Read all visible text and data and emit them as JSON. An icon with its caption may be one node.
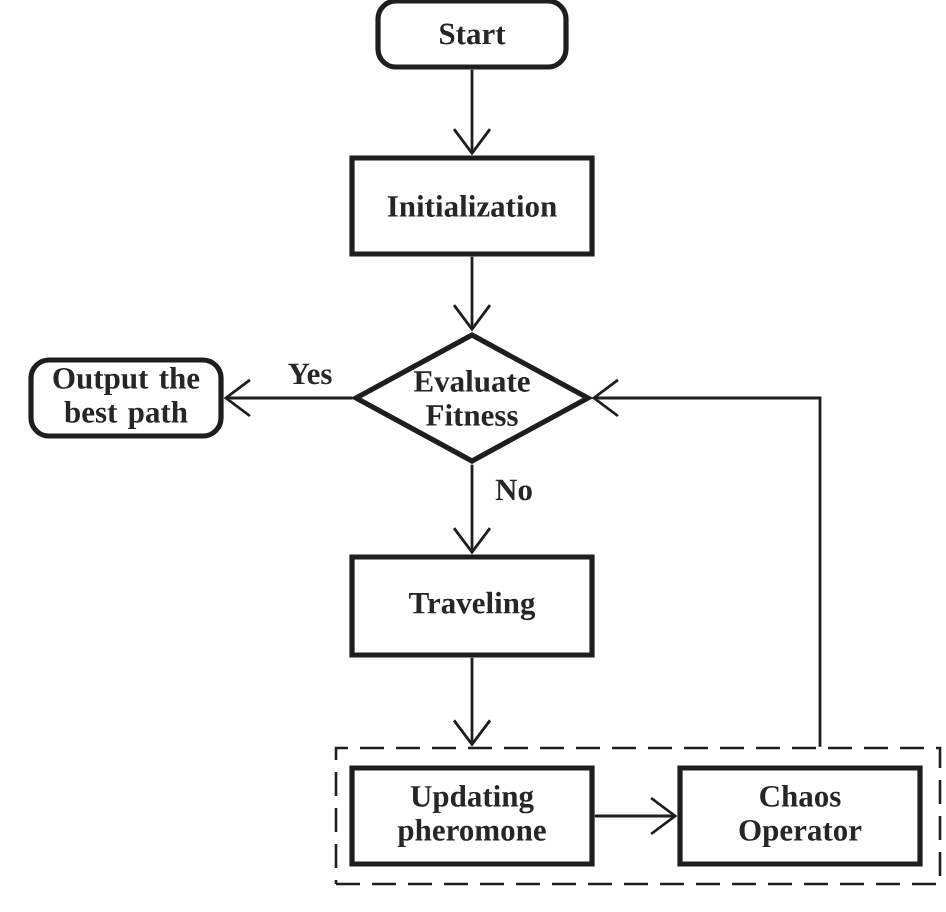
{
  "diagram": {
    "nodes": [
      {
        "text": [
          "Start"
        ]
      },
      {
        "text": [
          "Initialization"
        ]
      },
      {
        "text": [
          "Evaluate Fitness"
        ]
      },
      {
        "text": [
          "Output the best path"
        ]
      },
      {
        "text": [
          "Traveling"
        ]
      },
      {
        "text": [],
        "shape": "box"
      },
      {
        "text": [
          "Updating pheromone"
        ],
        "in": 5
      },
      {
        "text": [
          "Chaos Operator"
        ],
        "in": 5
      }
    ],
    "edges": [
      {
        "from": 0,
        "to": 1,
        "arrow": "to"
      },
      {
        "from": 1,
        "to": 2,
        "arrow": "to"
      },
      {
        "from": 2,
        "to": 3,
        "arrow": "to",
        "label": "Yes"
      },
      {
        "from": 2,
        "to": 4,
        "arrow": "to",
        "label": "No"
      },
      {
        "from": 4,
        "to": 5,
        "arrow": "to"
      },
      {
        "from": 6,
        "to": 7,
        "arrow": "to"
      },
      {
        "from": 5,
        "to": 2,
        "arrow": "to"
      }
    ]
  }
}
